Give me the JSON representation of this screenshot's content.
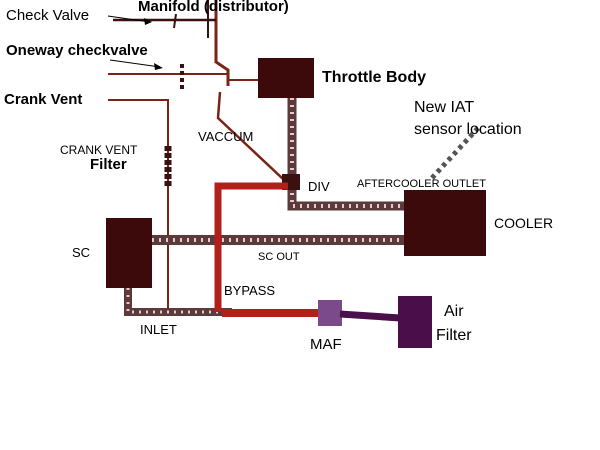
{
  "colors": {
    "component_fill": "#3c0a0a",
    "pipe_brown": "#7a2418",
    "pipe_dark": "#3a1010",
    "bypass_red": "#b3201a",
    "dotted_link": "#5a3a3a",
    "dot_light": "#e8c8c8",
    "intake_purple": "#4a0f4a",
    "maf_purple": "#7a4a8a"
  },
  "labels": {
    "check_valve": "Check Valve",
    "manifold": "Manifold (distributor)",
    "oneway_checkvalve": "Oneway checkvalve",
    "throttle_body": "Throttle Body",
    "crank_vent": "Crank Vent",
    "new_iat_line1": "New IAT",
    "new_iat_line2": "sensor location",
    "vaccum": "VACCUM",
    "crank_vent_filter_line1": "CRANK VENT",
    "crank_vent_filter_line2": "Filter",
    "div": "DIV",
    "aftercooler_outlet": "AFTERCOOLER OUTLET",
    "cooler": "COOLER",
    "sc": "SC",
    "sc_out": "SC OUT",
    "bypass": "BYPASS",
    "inlet": "INLET",
    "maf": "MAF",
    "air_filter_line1": "Air",
    "air_filter_line2": "Filter"
  }
}
